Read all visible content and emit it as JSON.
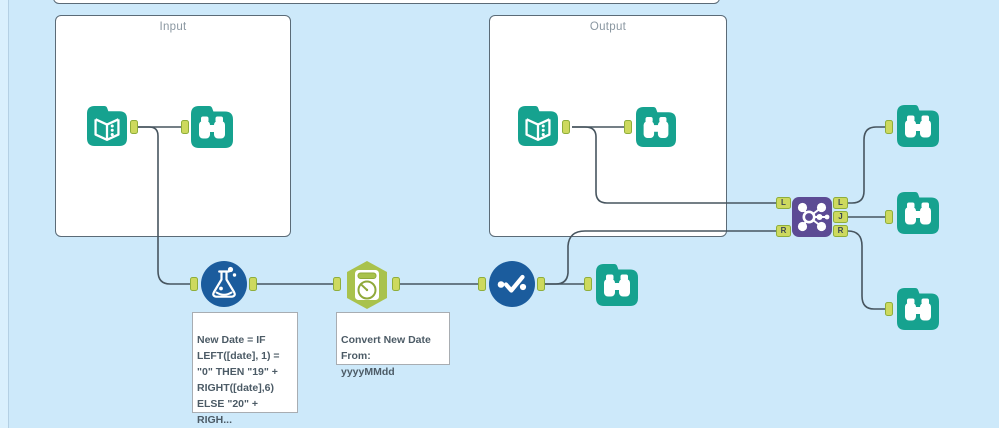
{
  "app": "workflow-canvas",
  "containers": {
    "input": {
      "label": "Input"
    },
    "output": {
      "label": "Output"
    }
  },
  "tools": [
    {
      "id": "input-data-1",
      "type": "input-data-tool",
      "container": "input"
    },
    {
      "id": "browse-1",
      "type": "browse-tool",
      "container": "input"
    },
    {
      "id": "input-data-2",
      "type": "input-data-tool",
      "container": "output"
    },
    {
      "id": "browse-2",
      "type": "browse-tool",
      "container": "output"
    },
    {
      "id": "formula-1",
      "type": "formula-tool"
    },
    {
      "id": "datetime-1",
      "type": "datetime-tool"
    },
    {
      "id": "select-1",
      "type": "select-tool"
    },
    {
      "id": "browse-3",
      "type": "browse-tool"
    },
    {
      "id": "join-1",
      "type": "join-tool"
    },
    {
      "id": "browse-4",
      "type": "browse-tool"
    },
    {
      "id": "browse-5",
      "type": "browse-tool"
    },
    {
      "id": "browse-6",
      "type": "browse-tool"
    }
  ],
  "annotations": {
    "formula_expression": "New Date = IF\nLEFT([date], 1) =\n\"0\" THEN \"19\" +\nRIGHT([date],6)\nELSE \"20\" +\nRIGH...",
    "datetime_conversion": "Convert New Date\nFrom:\nyyyyMMdd"
  },
  "join": {
    "left_anchors": [
      "L",
      "R"
    ],
    "right_anchors": [
      "L",
      "J",
      "R"
    ]
  },
  "colors": {
    "canvas_background": "#cde9fa",
    "container_background": "#ffffff",
    "container_border": "#5b6b77",
    "tool_teal": "#16a28f",
    "tool_blue": "#1b5c9d",
    "tool_lime": "#a9c24c",
    "tool_lime_dark": "#8fa93a",
    "tool_purple": "#5c4b94",
    "anchor_green": "#cdd95e",
    "anchor_border": "#8fae3a",
    "wire": "#47555f",
    "annotation_text": "#4c5b66"
  }
}
